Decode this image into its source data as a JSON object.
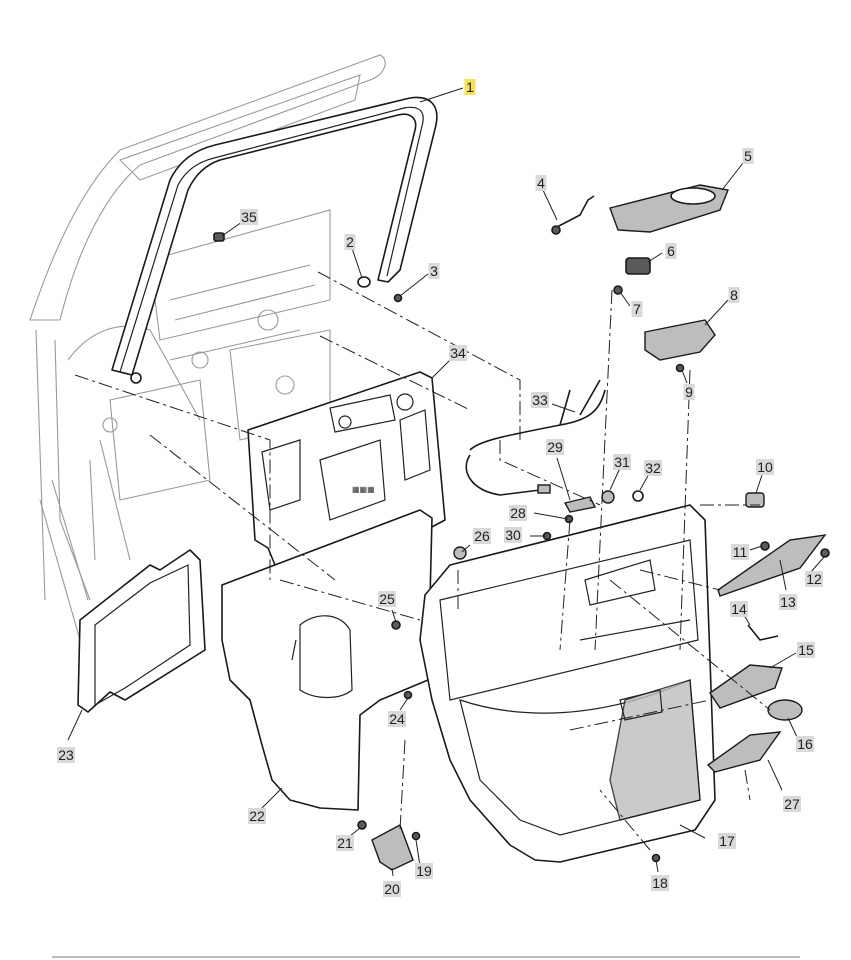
{
  "diagram": {
    "callouts": [
      {
        "id": "1",
        "label": "1",
        "highlight": true
      },
      {
        "id": "2",
        "label": "2"
      },
      {
        "id": "3",
        "label": "3"
      },
      {
        "id": "4",
        "label": "4"
      },
      {
        "id": "5",
        "label": "5"
      },
      {
        "id": "6",
        "label": "6"
      },
      {
        "id": "7",
        "label": "7"
      },
      {
        "id": "8",
        "label": "8"
      },
      {
        "id": "9",
        "label": "9"
      },
      {
        "id": "10",
        "label": "10"
      },
      {
        "id": "11",
        "label": "11"
      },
      {
        "id": "12",
        "label": "12"
      },
      {
        "id": "13",
        "label": "13"
      },
      {
        "id": "14",
        "label": "14"
      },
      {
        "id": "15",
        "label": "15"
      },
      {
        "id": "16",
        "label": "16"
      },
      {
        "id": "17",
        "label": "17"
      },
      {
        "id": "18",
        "label": "18"
      },
      {
        "id": "19",
        "label": "19"
      },
      {
        "id": "20",
        "label": "20"
      },
      {
        "id": "21",
        "label": "21"
      },
      {
        "id": "22",
        "label": "22"
      },
      {
        "id": "23",
        "label": "23"
      },
      {
        "id": "24",
        "label": "24"
      },
      {
        "id": "25",
        "label": "25"
      },
      {
        "id": "26",
        "label": "26"
      },
      {
        "id": "27",
        "label": "27"
      },
      {
        "id": "28",
        "label": "28"
      },
      {
        "id": "29",
        "label": "29"
      },
      {
        "id": "30",
        "label": "30"
      },
      {
        "id": "31",
        "label": "31"
      },
      {
        "id": "32",
        "label": "32"
      },
      {
        "id": "33",
        "label": "33"
      },
      {
        "id": "34",
        "label": "34"
      },
      {
        "id": "35",
        "label": "35"
      }
    ],
    "colors": {
      "highlight": "#f3e25a",
      "callout_bg": "#d9d9d9",
      "line": "#1a1a1a",
      "body_line": "#9a9a9a"
    }
  }
}
